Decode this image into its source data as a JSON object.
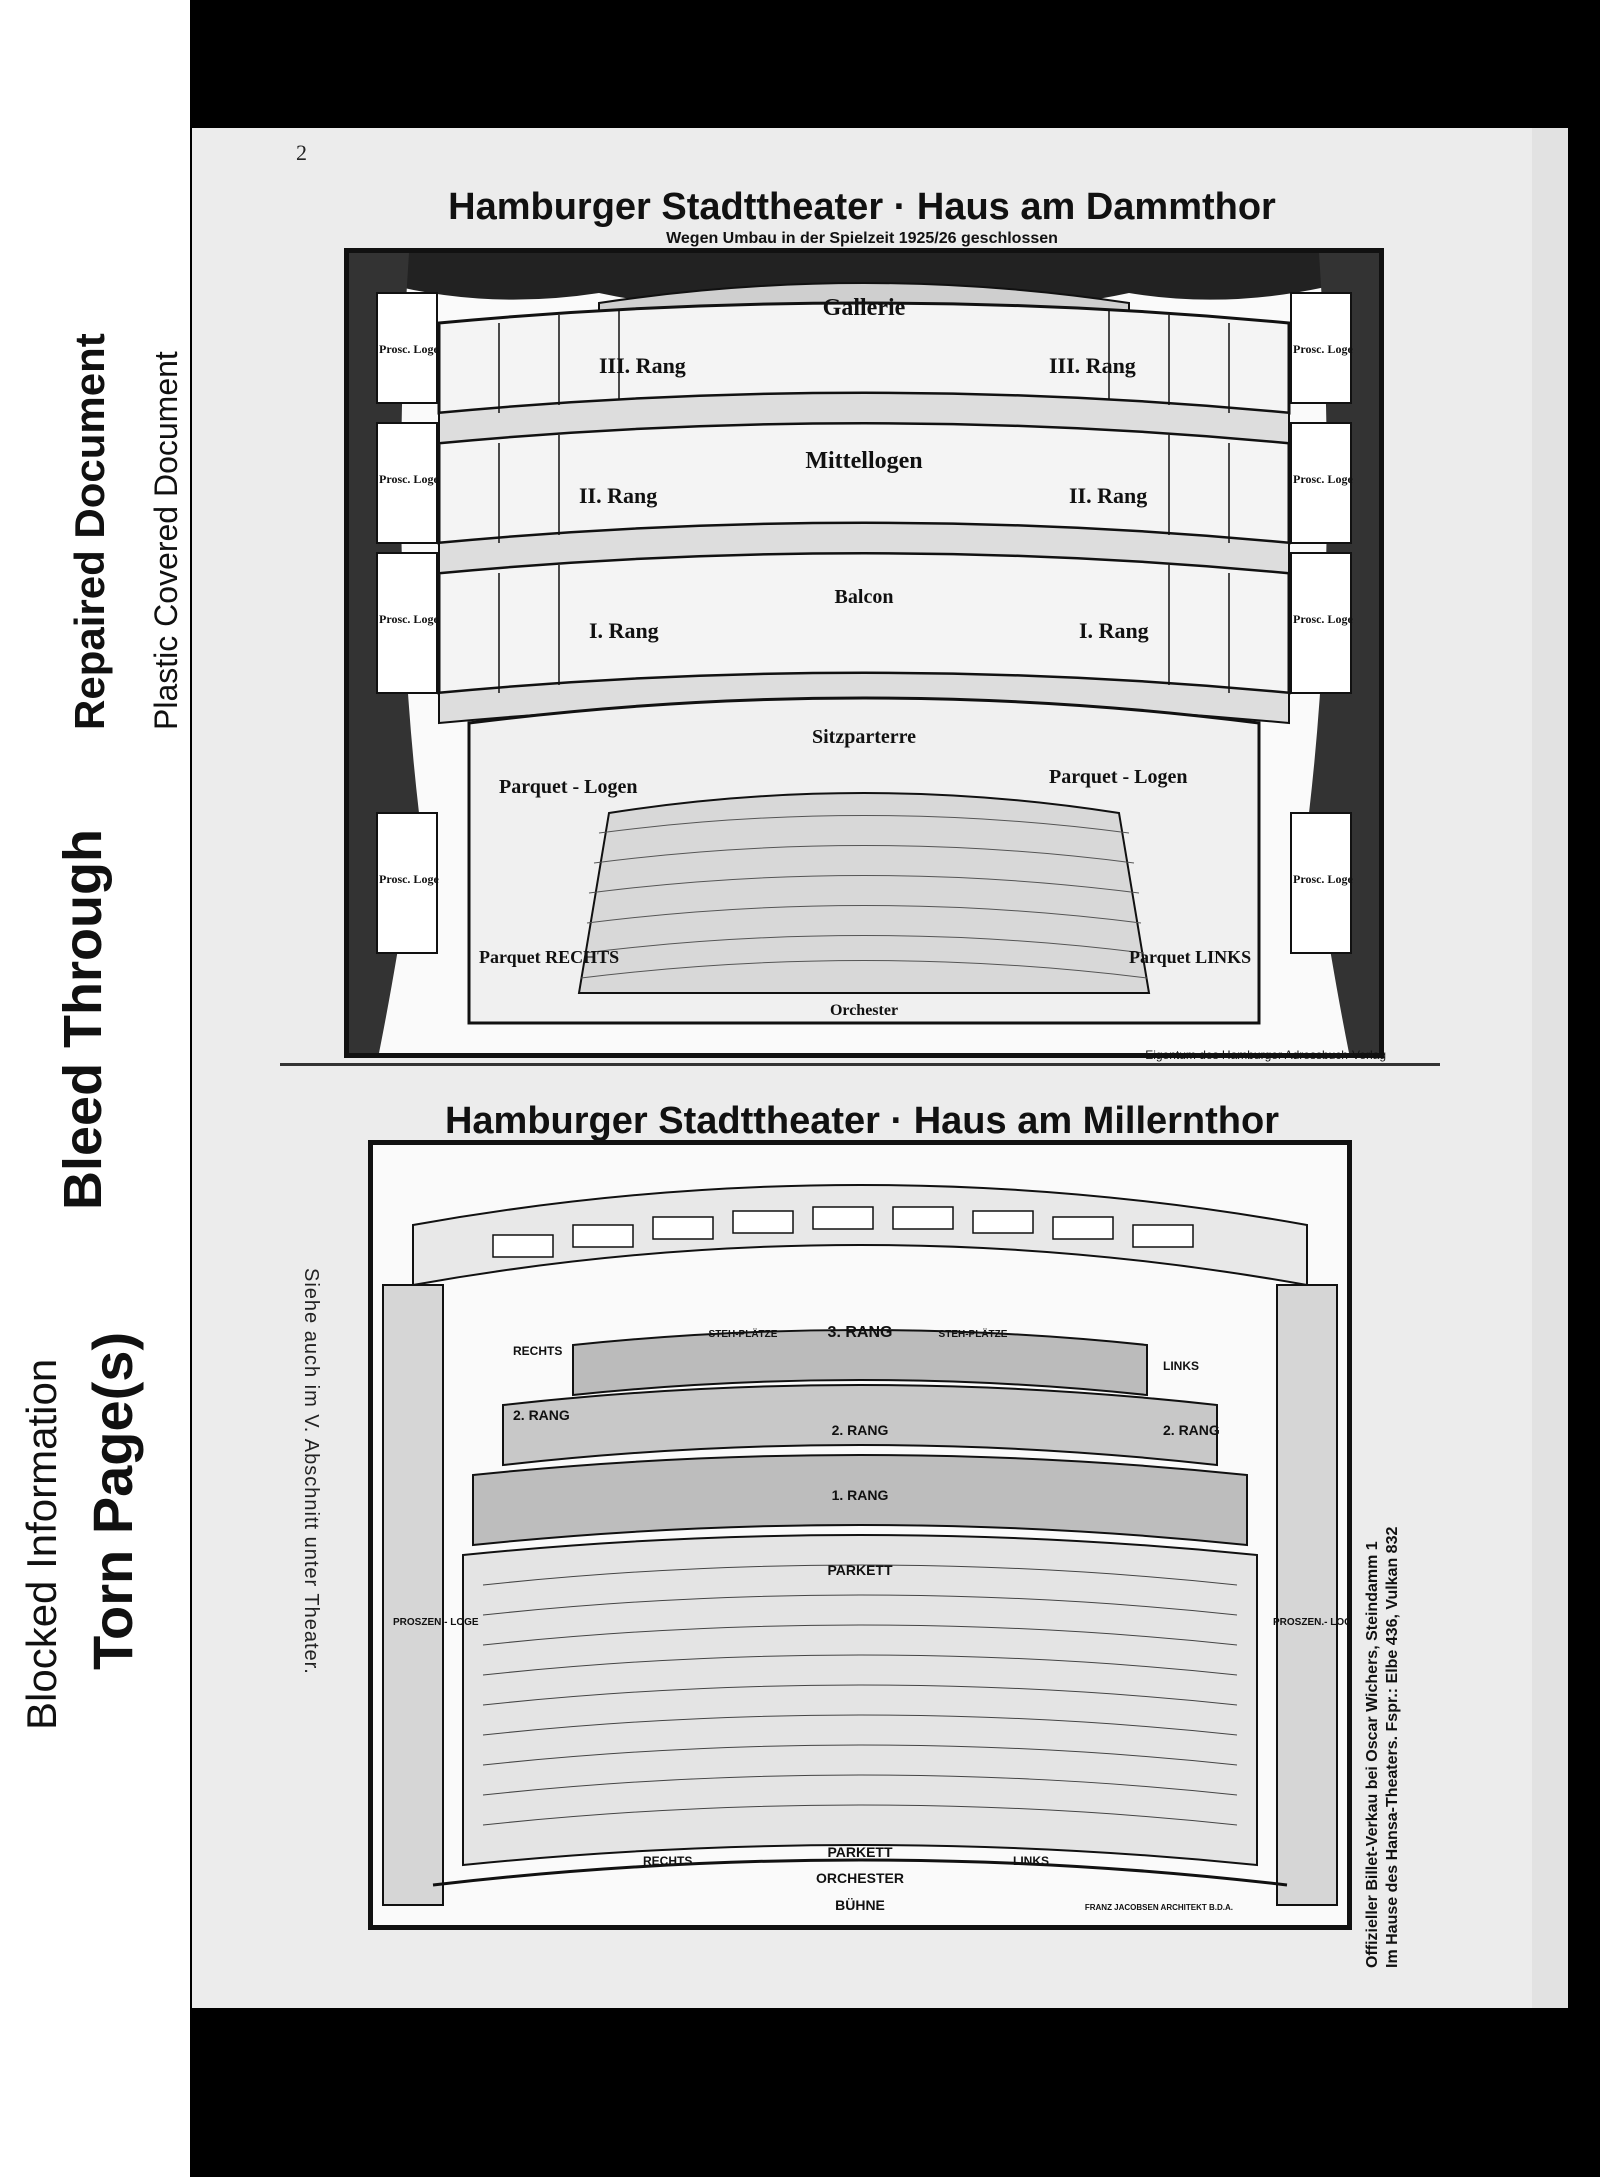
{
  "stamps": {
    "blocked": "Blocked Information",
    "torn": "Torn Page(s)",
    "bleed": "Bleed Through",
    "repaired": "Repaired Document",
    "plastic": "Plastic Covered Document"
  },
  "page": {
    "number": "2",
    "dammthor": {
      "title": "Hamburger Stadttheater · Haus am Dammthor",
      "subtitle": "Wegen Umbau in der Spielzeit 1925/26 geschlossen",
      "labels": {
        "gallerie": "Gallerie",
        "rang3": "III. Rang",
        "mittellogen": "Mittellogen",
        "rang2": "II. Rang",
        "balcon": "Balcon",
        "rang1": "I. Rang",
        "sitzparterre": "Sitzparterre",
        "parquet_logen_left": "Parquet - Logen",
        "parquet_logen_right": "Parquet - Logen",
        "proscenium_loge": "Prosc. Loge",
        "parquet_rechts": "Parquet RECHTS",
        "parquet_links": "Parquet LINKS",
        "orchester": "Orchester"
      },
      "owner_note": "Eigentum des Hamburger Adressbuch-Verlag"
    },
    "millernthor": {
      "title": "Hamburger Stadttheater · Haus am Millernthor",
      "labels": {
        "rang3": "3. RANG",
        "stehplaetze": "STEH-PLÄTZE",
        "rechts_top": "RECHTS",
        "links_top": "LINKS",
        "rang2_left": "2. RANG",
        "rang2_center": "2. RANG",
        "rang2_right": "2. RANG",
        "rang1": "1. RANG",
        "parkett_top": "PARKETT",
        "proszenium_loge": "PROSZEN.- LOGE",
        "rechts": "RECHTS",
        "parkett": "PARKETT",
        "links": "LINKS",
        "orchester": "ORCHESTER",
        "buehne": "BÜHNE",
        "architect": "FRANZ JACOBSEN ARCHITEKT B.D.A."
      },
      "side_note": "Siehe auch im V. Abschnitt unter Theater.",
      "box_office_1": "Offizieller Billet-Verkau bei Oscar Wichers, Steindamm 1",
      "box_office_2": "Im Hause des Hansa-Theaters. Fspr.: Elbe 436, Vulkan 832"
    }
  }
}
